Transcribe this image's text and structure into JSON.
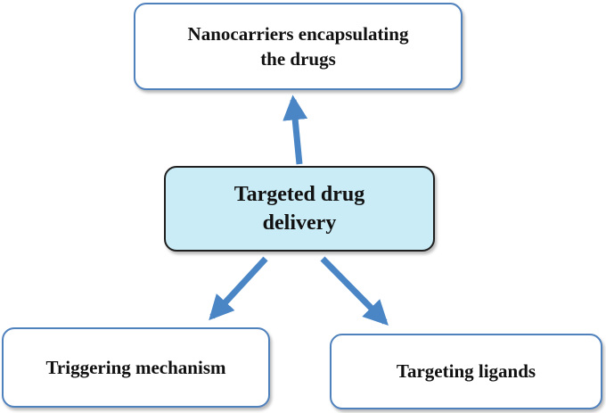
{
  "diagram": {
    "nodes": {
      "top": "Nanocarriers encapsulating\nthe drugs",
      "center": "Targeted drug\ndelivery",
      "left": "Triggering mechanism",
      "right": "Targeting ligands"
    },
    "edges": [
      {
        "from": "center",
        "to": "top"
      },
      {
        "from": "center",
        "to": "left"
      },
      {
        "from": "center",
        "to": "right"
      }
    ],
    "colors": {
      "arrow": "#4a86c5",
      "node_border": "#4f81bd",
      "center_fill": "#c9ecf6"
    }
  }
}
